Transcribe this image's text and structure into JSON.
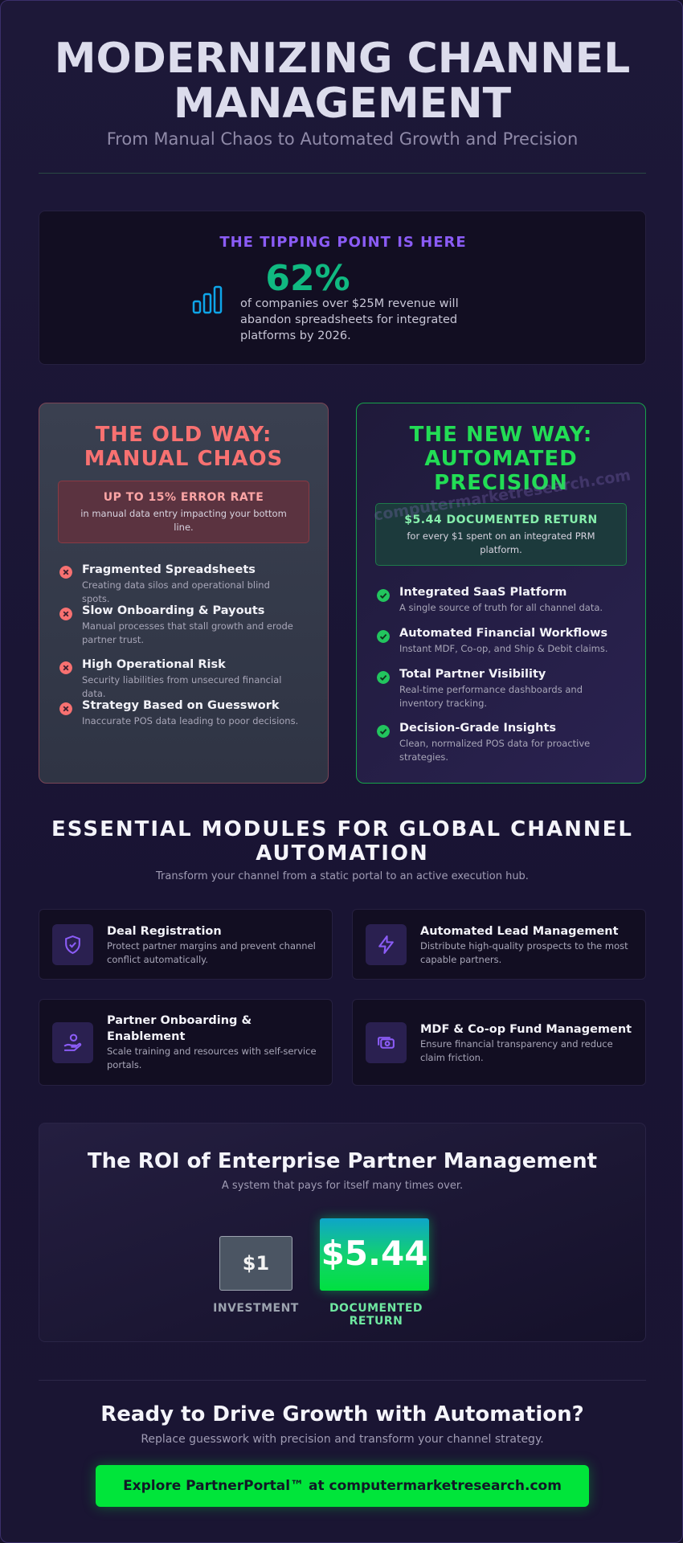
{
  "header": {
    "title": "MODERNIZING CHANNEL MANAGEMENT",
    "subtitle": "From Manual Chaos to Automated Growth and Precision"
  },
  "tipping_point": {
    "heading": "THE TIPPING POINT IS HERE",
    "stat": "62%",
    "text": "of companies over $25M revenue will abandon spreadsheets for integrated platforms by 2026.",
    "icon": "bar-chart-icon"
  },
  "old_way": {
    "title": "THE OLD WAY: MANUAL CHAOS",
    "stat_head": "UP TO 15% ERROR RATE",
    "stat_sub": "in manual data entry impacting your bottom line.",
    "items": [
      {
        "title": "Fragmented Spreadsheets",
        "desc": "Creating data silos and operational blind spots."
      },
      {
        "title": "Slow Onboarding & Payouts",
        "desc": "Manual processes that stall growth and erode partner trust."
      },
      {
        "title": "High Operational Risk",
        "desc": "Security liabilities from unsecured financial data."
      },
      {
        "title": "Strategy Based on Guesswork",
        "desc": "Inaccurate POS data leading to poor decisions."
      }
    ]
  },
  "new_way": {
    "title": "THE NEW WAY: AUTOMATED PRECISION",
    "stat_head": "$5.44 DOCUMENTED RETURN",
    "stat_sub": "for every $1 spent on an integrated PRM platform.",
    "items": [
      {
        "title": "Integrated SaaS Platform",
        "desc": "A single source of truth for all channel data."
      },
      {
        "title": "Automated Financial Workflows",
        "desc": "Instant MDF, Co-op, and Ship & Debit claims."
      },
      {
        "title": "Total Partner Visibility",
        "desc": "Real-time performance dashboards and inventory tracking."
      },
      {
        "title": "Decision-Grade Insights",
        "desc": "Clean, normalized POS data for proactive strategies."
      }
    ]
  },
  "watermark": "computermarketresearch.com",
  "modules": {
    "title": "ESSENTIAL MODULES FOR GLOBAL CHANNEL AUTOMATION",
    "subtitle": "Transform your channel from a static portal to an active execution hub.",
    "items": [
      {
        "name": "Deal Registration",
        "desc": "Protect partner margins and prevent channel conflict automatically.",
        "icon": "shield-check-icon"
      },
      {
        "name": "Automated Lead Management",
        "desc": "Distribute high-quality prospects to the most capable partners.",
        "icon": "lightning-icon"
      },
      {
        "name": "Partner Onboarding & Enablement",
        "desc": "Scale training and resources with self-service portals.",
        "icon": "hand-user-icon"
      },
      {
        "name": "MDF & Co-op Fund Management",
        "desc": "Ensure financial transparency and reduce claim friction.",
        "icon": "money-icon"
      }
    ]
  },
  "roi": {
    "title": "The ROI of Enterprise Partner Management",
    "subtitle": "A system that pays for itself many times over.",
    "investment_value": "$1",
    "investment_label": "INVESTMENT",
    "return_value": "$5.44",
    "return_label": "DOCUMENTED RETURN"
  },
  "cta": {
    "title": "Ready to Drive Growth with Automation?",
    "subtitle": "Replace guesswork with precision and transform your channel strategy.",
    "button": "Explore PartnerPortal™ at computermarketresearch.com"
  },
  "colors": {
    "accent_purple": "#8b5cf6",
    "accent_green": "#22dd55",
    "danger_red": "#f87171",
    "teal": "#10b981"
  }
}
